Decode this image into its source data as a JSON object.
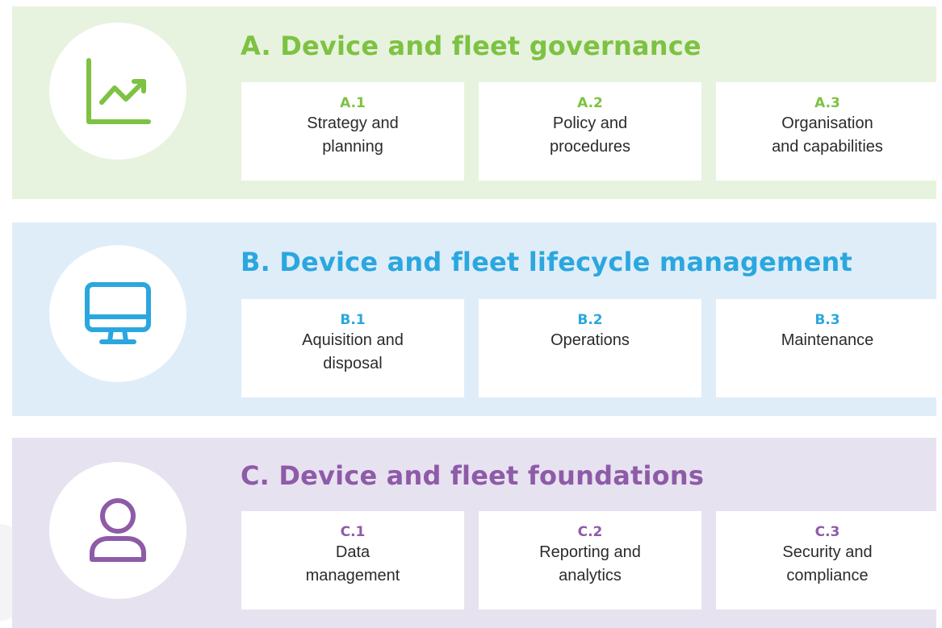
{
  "colors": {
    "green": "#7dc242",
    "blue": "#2ba7df",
    "purple": "#8e5ba8",
    "band_green": "#e7f3de",
    "band_blue": "#dfedf9",
    "band_purple": "#e7e2f0"
  },
  "sections": [
    {
      "heading": "A. Device and fleet governance",
      "icon": "trend-chart-icon",
      "cards": [
        {
          "code": "A.1",
          "label": "Strategy and\nplanning"
        },
        {
          "code": "A.2",
          "label": "Policy and\nprocedures"
        },
        {
          "code": "A.3",
          "label": "Organisation\nand capabilities"
        }
      ]
    },
    {
      "heading": "B. Device and fleet lifecycle management",
      "icon": "monitor-icon",
      "cards": [
        {
          "code": "B.1",
          "label": "Aquisition and\ndisposal"
        },
        {
          "code": "B.2",
          "label": "Operations"
        },
        {
          "code": "B.3",
          "label": "Maintenance"
        }
      ]
    },
    {
      "heading": "C. Device and fleet foundations",
      "icon": "user-icon",
      "cards": [
        {
          "code": "C.1",
          "label": "Data\nmanagement"
        },
        {
          "code": "C.2",
          "label": "Reporting and\nanalytics"
        },
        {
          "code": "C.3",
          "label": "Security and\ncompliance"
        }
      ]
    }
  ]
}
